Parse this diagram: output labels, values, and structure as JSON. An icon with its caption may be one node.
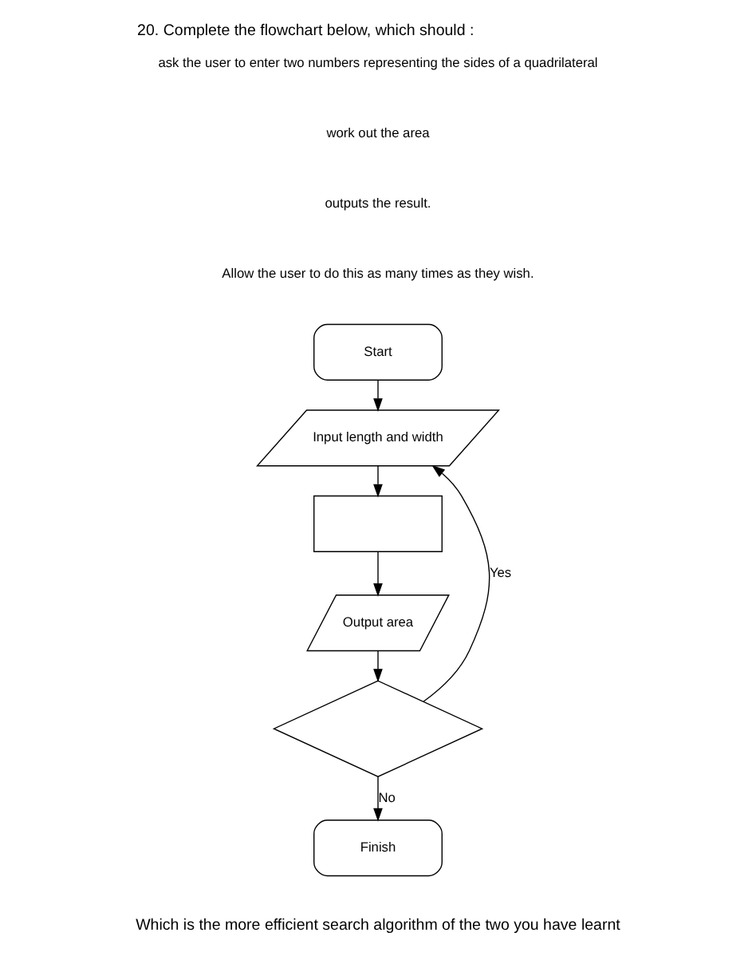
{
  "diagram": {
    "title": "20. Complete the flowchart below, which should :",
    "nodes": [
      {
        "text": [
          "Start"
        ]
      },
      {
        "text": [
          "Input length and width"
        ]
      },
      {
        "text": [],
        "shape": "box"
      },
      {
        "text": [
          "Output area"
        ]
      },
      {
        "text": [],
        "shape": "diamond"
      },
      {
        "text": [
          "Finish"
        ]
      }
    ],
    "edges": [
      {
        "from": 0,
        "to": 1,
        "arrow": "to"
      },
      {
        "from": 1,
        "to": 2,
        "arrow": "to"
      },
      {
        "from": 2,
        "to": 3,
        "arrow": "to"
      },
      {
        "from": 3,
        "to": 4,
        "arrow": "to"
      },
      {
        "from": 4,
        "to": 1,
        "arrow": "to",
        "label": "Yes"
      },
      {
        "from": 4,
        "to": 5,
        "arrow": "to",
        "label": "No"
      }
    ],
    "labels": [
      "ask the user to enter two numbers representing the sides of a quadrilateral",
      "work out the area",
      "outputs the result.",
      "Allow the user to do this as many times as they wish.",
      "Which is the more efficient search algorithm of the two you have learnt"
    ]
  }
}
